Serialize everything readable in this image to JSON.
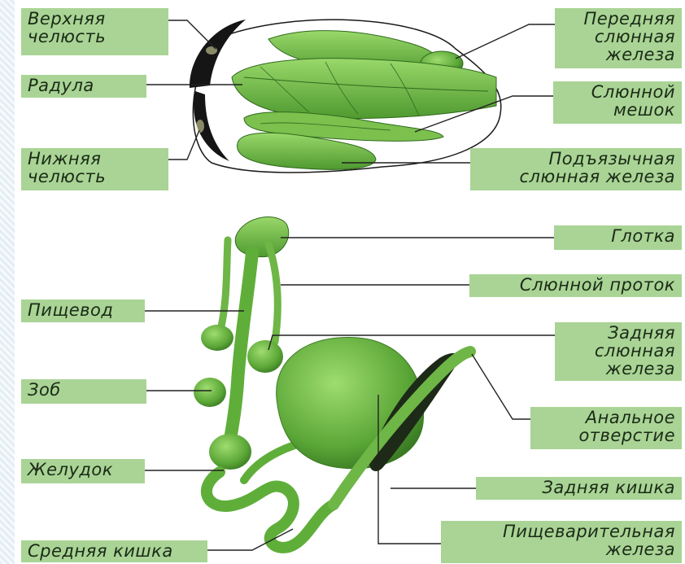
{
  "labels": {
    "upper_jaw": [
      "Верхняя",
      "челюсть"
    ],
    "radula": [
      "Радула"
    ],
    "lower_jaw": [
      "Нижняя",
      "челюсть"
    ],
    "front_salivary_gland": [
      "Передняя",
      "слюнная",
      "железа"
    ],
    "salivary_sac": [
      "Слюнной",
      "мешок"
    ],
    "sublingual_gland": [
      "Подъязычная",
      "слюнная железа"
    ],
    "pharynx": [
      "Глотка"
    ],
    "salivary_duct": [
      "Слюнной проток"
    ],
    "esophagus": [
      "Пищевод"
    ],
    "rear_salivary_gland": [
      "Задняя",
      "слюнная",
      "железа"
    ],
    "crop": [
      "Зоб"
    ],
    "anus": [
      "Анальное",
      "отверстие"
    ],
    "stomach": [
      "Желудок"
    ],
    "hindgut": [
      "Задняя кишка"
    ],
    "midgut": [
      "Средняя кишка"
    ],
    "digestive_gland": [
      "Пищеварительная",
      "железа"
    ]
  },
  "colors": {
    "label_bg": "#a9d495",
    "organ_light": "#8fcf63",
    "organ_mid": "#5fae3a",
    "organ_dark": "#2f6a1d",
    "jaw_black": "#151515",
    "leader_line": "#222222"
  }
}
